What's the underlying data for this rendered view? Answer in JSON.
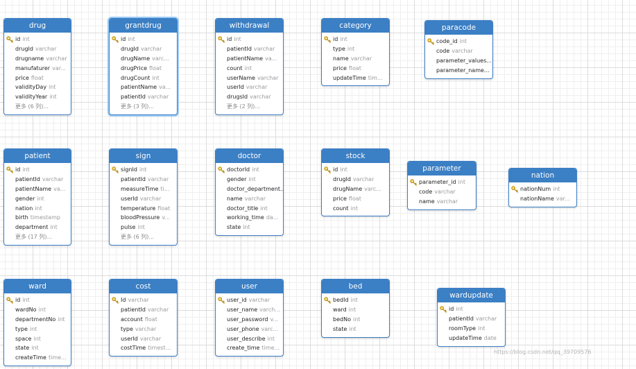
{
  "tables": [
    {
      "id": "drug",
      "name": "drug",
      "fields": [
        {
          "name": "id",
          "type": "int",
          "pk": true
        },
        {
          "name": "drugId",
          "type": "varchar"
        },
        {
          "name": "drugname",
          "type": "varchar"
        },
        {
          "name": "manufaturer",
          "type": "var..."
        },
        {
          "name": "price",
          "type": "float"
        },
        {
          "name": "validityDay",
          "type": "int"
        },
        {
          "name": "validityYear",
          "type": "int"
        }
      ],
      "more": "更多 (6 列)..."
    },
    {
      "id": "grantdrug",
      "name": "grantdrug",
      "selected": true,
      "fields": [
        {
          "name": "id",
          "type": "int",
          "pk": true
        },
        {
          "name": "drugId",
          "type": "varchar"
        },
        {
          "name": "drugName",
          "type": "varc..."
        },
        {
          "name": "drugPrice",
          "type": "float"
        },
        {
          "name": "drugCount",
          "type": "int"
        },
        {
          "name": "patientName",
          "type": "va..."
        },
        {
          "name": "patientId",
          "type": "varchar"
        }
      ],
      "more": "更多 (3 列)..."
    },
    {
      "id": "withdrawal",
      "name": "withdrawal",
      "fields": [
        {
          "name": "id",
          "type": "int",
          "pk": true
        },
        {
          "name": "patientId",
          "type": "varchar"
        },
        {
          "name": "patientName",
          "type": "va..."
        },
        {
          "name": "count",
          "type": "int"
        },
        {
          "name": "userName",
          "type": "varchar"
        },
        {
          "name": "userId",
          "type": "varchar"
        },
        {
          "name": "drugsId",
          "type": "varchar"
        }
      ],
      "more": "更多 (2 列)..."
    },
    {
      "id": "category",
      "name": "category",
      "fields": [
        {
          "name": "id",
          "type": "int",
          "pk": true
        },
        {
          "name": "type",
          "type": "int"
        },
        {
          "name": "name",
          "type": "varchar"
        },
        {
          "name": "price",
          "type": "float"
        },
        {
          "name": "updateTime",
          "type": "tim..."
        }
      ]
    },
    {
      "id": "paracode",
      "name": "paracode",
      "fields": [
        {
          "name": "code_id",
          "type": "int",
          "pk": true
        },
        {
          "name": "code",
          "type": "varchar"
        },
        {
          "name": "parameter_values...",
          "type": ""
        },
        {
          "name": "parameter_name...",
          "type": ""
        }
      ]
    },
    {
      "id": "patient",
      "name": "patient",
      "fields": [
        {
          "name": "id",
          "type": "int",
          "pk": true
        },
        {
          "name": "patientId",
          "type": "varchar"
        },
        {
          "name": "patientName",
          "type": "va..."
        },
        {
          "name": "gender",
          "type": "int"
        },
        {
          "name": "nation",
          "type": "int"
        },
        {
          "name": "birth",
          "type": "timestamp"
        },
        {
          "name": "department",
          "type": "int"
        }
      ],
      "more": "更多 (17 列)..."
    },
    {
      "id": "sign",
      "name": "sign",
      "fields": [
        {
          "name": "signId",
          "type": "int",
          "pk": true
        },
        {
          "name": "patientId",
          "type": "varchar"
        },
        {
          "name": "measureTime",
          "type": "ti..."
        },
        {
          "name": "userId",
          "type": "varchar"
        },
        {
          "name": "temperature",
          "type": "float"
        },
        {
          "name": "bloodPressure",
          "type": "v..."
        },
        {
          "name": "pulse",
          "type": "int"
        }
      ],
      "more": "更多 (6 列)..."
    },
    {
      "id": "doctor",
      "name": "doctor",
      "fields": [
        {
          "name": "doctorId",
          "type": "int",
          "pk": true
        },
        {
          "name": "gender",
          "type": "int"
        },
        {
          "name": "doctor_department...",
          "type": ""
        },
        {
          "name": "name",
          "type": "varchar"
        },
        {
          "name": "doctor_title",
          "type": "int"
        },
        {
          "name": "working_time",
          "type": "da..."
        },
        {
          "name": "state",
          "type": "int"
        }
      ]
    },
    {
      "id": "stock",
      "name": "stock",
      "fields": [
        {
          "name": "id",
          "type": "int",
          "pk": true
        },
        {
          "name": "drugId",
          "type": "varchar"
        },
        {
          "name": "drugName",
          "type": "varc..."
        },
        {
          "name": "price",
          "type": "float"
        },
        {
          "name": "count",
          "type": "int"
        }
      ]
    },
    {
      "id": "parameter",
      "name": "parameter",
      "fields": [
        {
          "name": "parameter_id",
          "type": "int",
          "pk": true
        },
        {
          "name": "code",
          "type": "varchar"
        },
        {
          "name": "name",
          "type": "varchar"
        }
      ]
    },
    {
      "id": "nation",
      "name": "nation",
      "fields": [
        {
          "name": "nationNum",
          "type": "int",
          "pk": true
        },
        {
          "name": "nationName",
          "type": "var..."
        }
      ]
    },
    {
      "id": "ward",
      "name": "ward",
      "fields": [
        {
          "name": "id",
          "type": "int",
          "pk": true
        },
        {
          "name": "wardNo",
          "type": "int"
        },
        {
          "name": "departmentNo",
          "type": "int"
        },
        {
          "name": "type",
          "type": "int"
        },
        {
          "name": "space",
          "type": "int"
        },
        {
          "name": "state",
          "type": "int"
        },
        {
          "name": "createTime",
          "type": "time..."
        }
      ]
    },
    {
      "id": "cost",
      "name": "cost",
      "fields": [
        {
          "name": "Id",
          "type": "varchar",
          "pk": true
        },
        {
          "name": "patientId",
          "type": "varchar"
        },
        {
          "name": "account",
          "type": "float"
        },
        {
          "name": "type",
          "type": "varchar"
        },
        {
          "name": "userId",
          "type": "varchar"
        },
        {
          "name": "costTime",
          "type": "timest..."
        }
      ]
    },
    {
      "id": "user",
      "name": "user",
      "fields": [
        {
          "name": "user_id",
          "type": "varchar",
          "pk": true
        },
        {
          "name": "user_name",
          "type": "varch..."
        },
        {
          "name": "user_password",
          "type": "v..."
        },
        {
          "name": "user_phone",
          "type": "varc..."
        },
        {
          "name": "user_describe",
          "type": "int"
        },
        {
          "name": "create_time",
          "type": "time..."
        }
      ]
    },
    {
      "id": "bed",
      "name": "bed",
      "fields": [
        {
          "name": "bedId",
          "type": "int",
          "pk": true
        },
        {
          "name": "ward",
          "type": "int"
        },
        {
          "name": "bedNo",
          "type": "int"
        },
        {
          "name": "state",
          "type": "int"
        }
      ]
    },
    {
      "id": "wardupdate",
      "name": "wardupdate",
      "fields": [
        {
          "name": "id",
          "type": "int",
          "pk": true
        },
        {
          "name": "patientId",
          "type": "varchar"
        },
        {
          "name": "roomType",
          "type": "int"
        },
        {
          "name": "updateTime",
          "type": "date"
        }
      ]
    }
  ],
  "watermark": "https://blog.csdn.net/qq_39709576",
  "colors": {
    "header": "#3b7fc4",
    "border": "#3d7ec6",
    "key": "#e1b832"
  },
  "icons": {
    "primary_key": "key-icon"
  }
}
